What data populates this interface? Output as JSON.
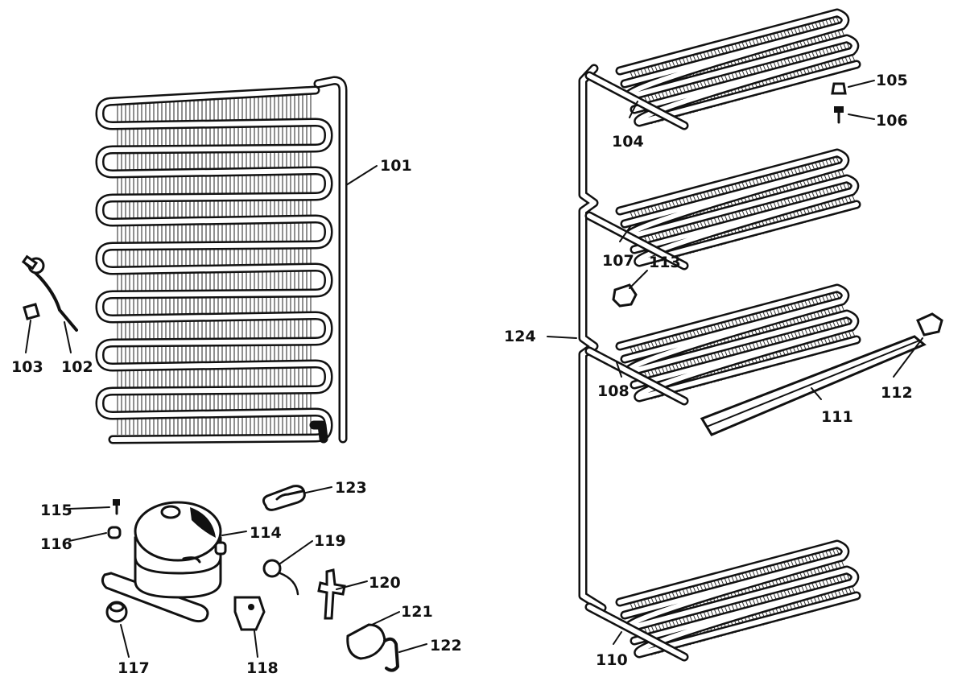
{
  "callouts": {
    "p101": "101",
    "p102": "102",
    "p103": "103",
    "p104": "104",
    "p105": "105",
    "p106": "106",
    "p107": "107",
    "p108": "108",
    "p110": "110",
    "p111": "111",
    "p112": "112",
    "p113": "113",
    "p114": "114",
    "p115": "115",
    "p116": "116",
    "p117": "117",
    "p118": "118",
    "p119": "119",
    "p120": "120",
    "p121": "121",
    "p122": "122",
    "p123": "123",
    "p124": "124"
  },
  "colors": {
    "ink": "#111111",
    "paper": "#ffffff"
  }
}
